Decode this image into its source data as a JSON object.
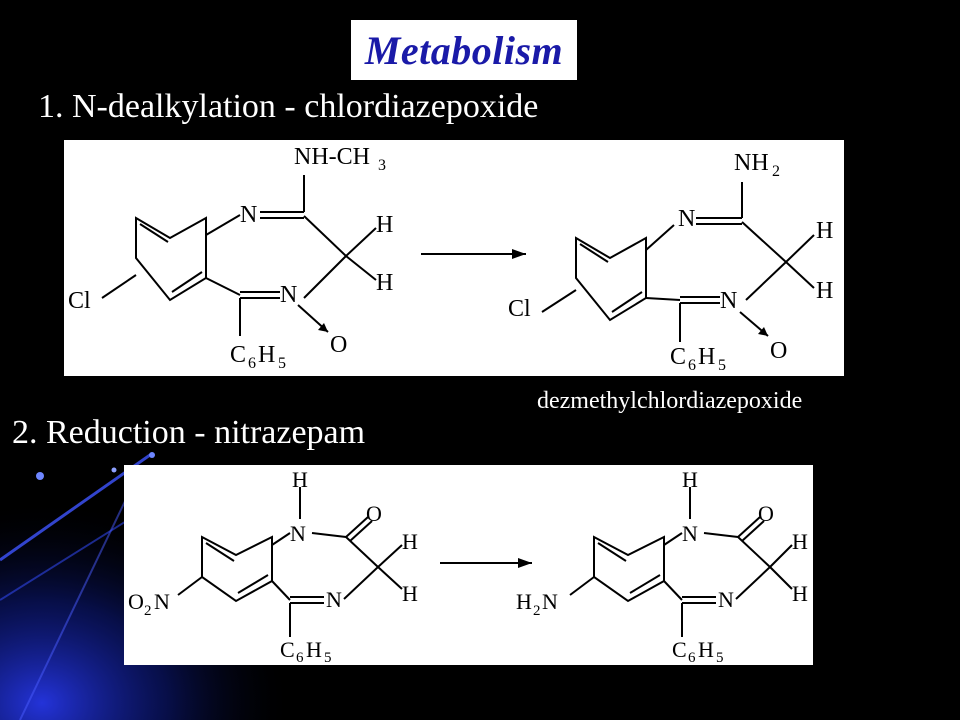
{
  "slide": {
    "title": "Metabolism",
    "section1": {
      "heading": "1. N-dealkylation - chlordiazepoxide",
      "product_caption": "dezmethylchlordiazepoxide",
      "reactant_labels": {
        "substituent": "NH-CH",
        "substituent_sub": "3",
        "n_imine": "N",
        "n_oxide": "N",
        "o": "O",
        "h_top": "H",
        "h_bottom": "H",
        "cl": "Cl",
        "phenyl_c": "C",
        "phenyl_c_sub": "6",
        "phenyl_h": "H",
        "phenyl_h_sub": "5"
      },
      "product_labels": {
        "substituent": "NH",
        "substituent_sub": "2",
        "n_imine": "N",
        "n_oxide": "N",
        "o": "O",
        "h_top": "H",
        "h_bottom": "H",
        "cl": "Cl",
        "phenyl_c": "C",
        "phenyl_c_sub": "6",
        "phenyl_h": "H",
        "phenyl_h_sub": "5"
      }
    },
    "section2": {
      "heading": "2. Reduction - nitrazepam",
      "reactant_labels": {
        "nh_h": "H",
        "n_amide": "N",
        "carbonyl_o": "O",
        "h_top": "H",
        "h_bottom": "H",
        "n_imine": "N",
        "group_o": "O",
        "group_o_sub": "2",
        "group_n": "N",
        "phenyl_c": "C",
        "phenyl_c_sub": "6",
        "phenyl_h": "H",
        "phenyl_h_sub": "5"
      },
      "product_labels": {
        "nh_h": "H",
        "n_amide": "N",
        "carbonyl_o": "O",
        "h_top": "H",
        "h_bottom": "H",
        "n_imine": "N",
        "group_h": "H",
        "group_h_sub": "2",
        "group_n": "N",
        "phenyl_c": "C",
        "phenyl_c_sub": "6",
        "phenyl_h": "H",
        "phenyl_h_sub": "5"
      }
    }
  }
}
